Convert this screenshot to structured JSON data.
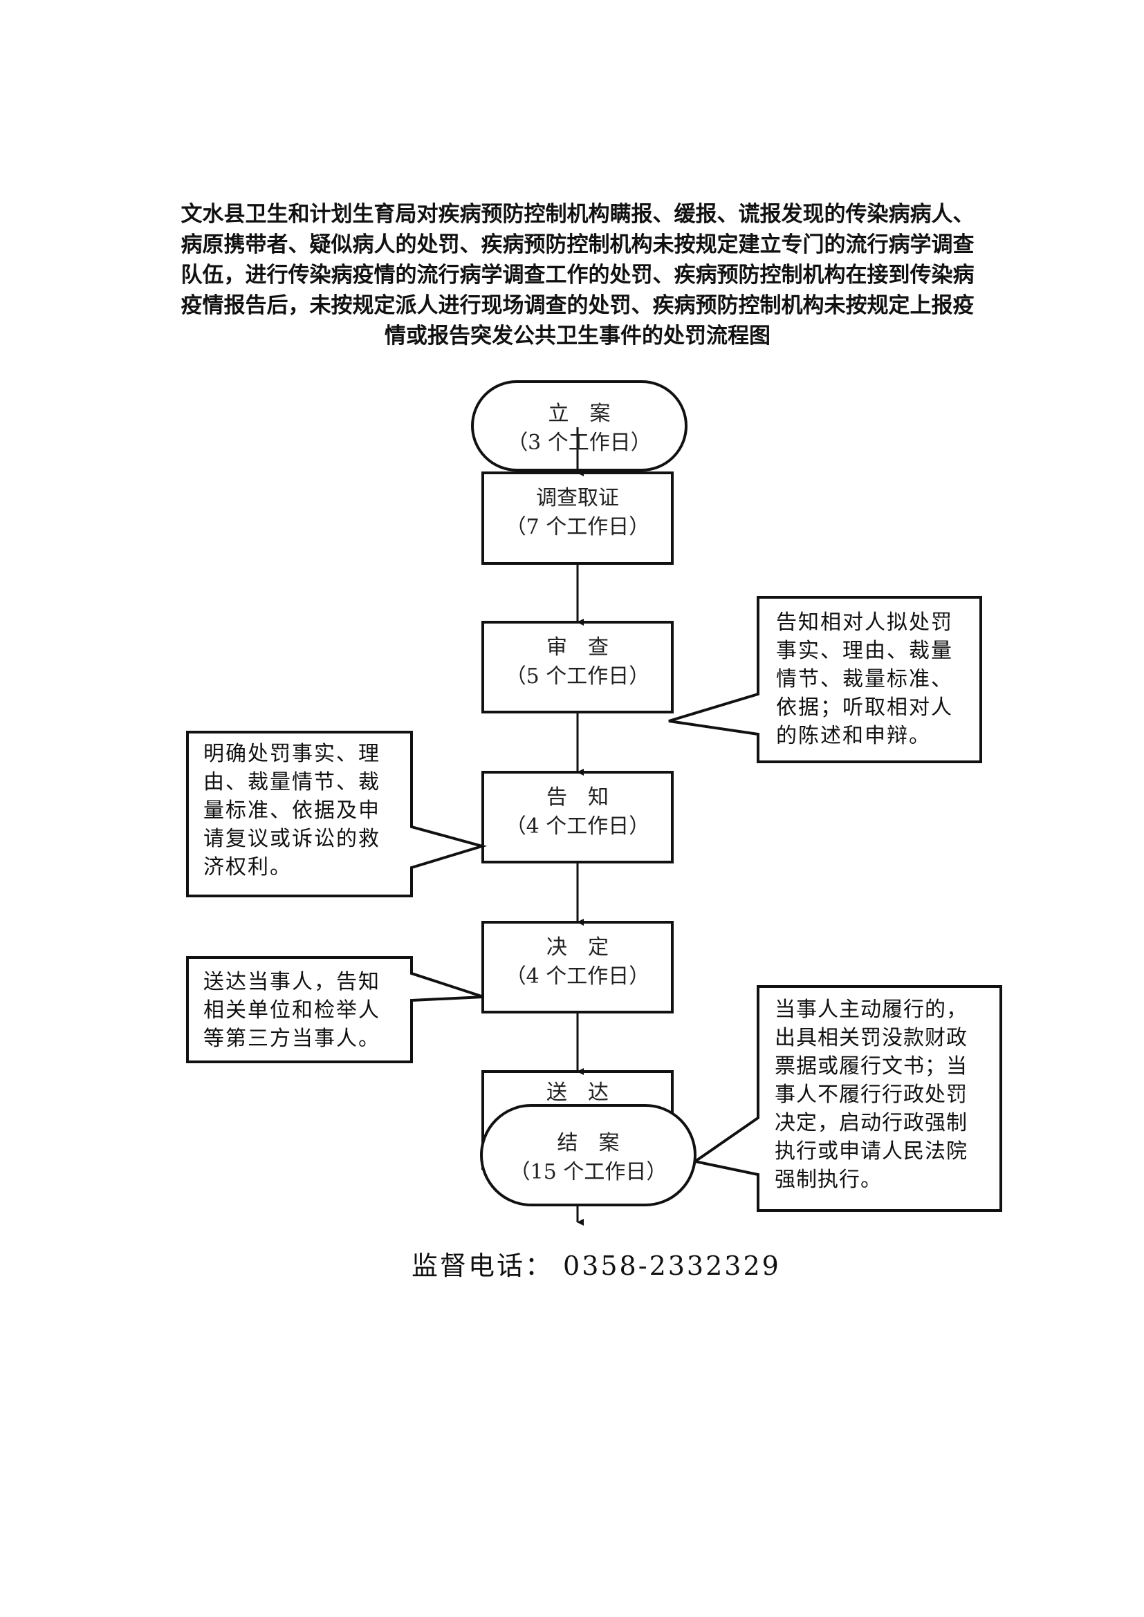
{
  "title": {
    "lines": [
      "文水县卫生和计划生育局对疾病预防控制机构瞒报、缓报、谎报发现的传染病病人、",
      "病原携带者、疑似病人的处罚、疾病预防控制机构未按规定建立专门的流行病学调查",
      "队伍，进行传染病疫情的流行病学调查工作的处罚、疾病预防控制机构在接到传染病",
      "疫情报告后，未按规定派人进行现场调查的处罚、疾病预防控制机构未按规定上报疫",
      "情或报告突发公共卫生事件的处罚流程图"
    ]
  },
  "flow": {
    "nodes": [
      {
        "shape": "terminal",
        "label": "立　案",
        "duration": "（3 个工作日）"
      },
      {
        "shape": "process",
        "label": "调查取证",
        "duration": "（7 个工作日）"
      },
      {
        "shape": "process",
        "label": "审　查",
        "duration": "（5 个工作日）"
      },
      {
        "shape": "process",
        "label": "告　知",
        "duration": "（4 个工作日）"
      },
      {
        "shape": "process",
        "label": "决　定",
        "duration": "（4 个工作日）"
      },
      {
        "shape": "process",
        "label": "送　达",
        "duration": ""
      },
      {
        "shape": "terminal",
        "label": "结　案",
        "duration": "（15 个工作日）"
      }
    ],
    "callouts": [
      {
        "attached_to": "审查",
        "side": "right",
        "lines": [
          "告知相对人拟处罚",
          "事实、理由、裁量",
          "情节、裁量标准、",
          "依据；听取相对人",
          "的陈述和申辩。"
        ]
      },
      {
        "attached_to": "告知",
        "side": "left",
        "lines": [
          "明确处罚事实、理",
          "由、裁量情节、裁",
          "量标准、依据及申",
          "请复议或诉讼的救",
          "济权利。"
        ]
      },
      {
        "attached_to": "决定",
        "side": "left",
        "lines": [
          "送达当事人，告知",
          "相关单位和检举人",
          "等第三方当事人。"
        ]
      },
      {
        "attached_to": "结案",
        "side": "right",
        "lines": [
          "当事人主动履行的，",
          "出具相关罚没款财政",
          "票据或履行文书；当",
          "事人不履行行政处罚",
          "决定，启动行政强制",
          "执行或申请人民法院",
          "强制执行。"
        ]
      }
    ]
  },
  "footer": {
    "label": "监督电话：",
    "phone": "0358-2332329"
  },
  "colors": {
    "line": "#111111",
    "background": "#ffffff"
  }
}
